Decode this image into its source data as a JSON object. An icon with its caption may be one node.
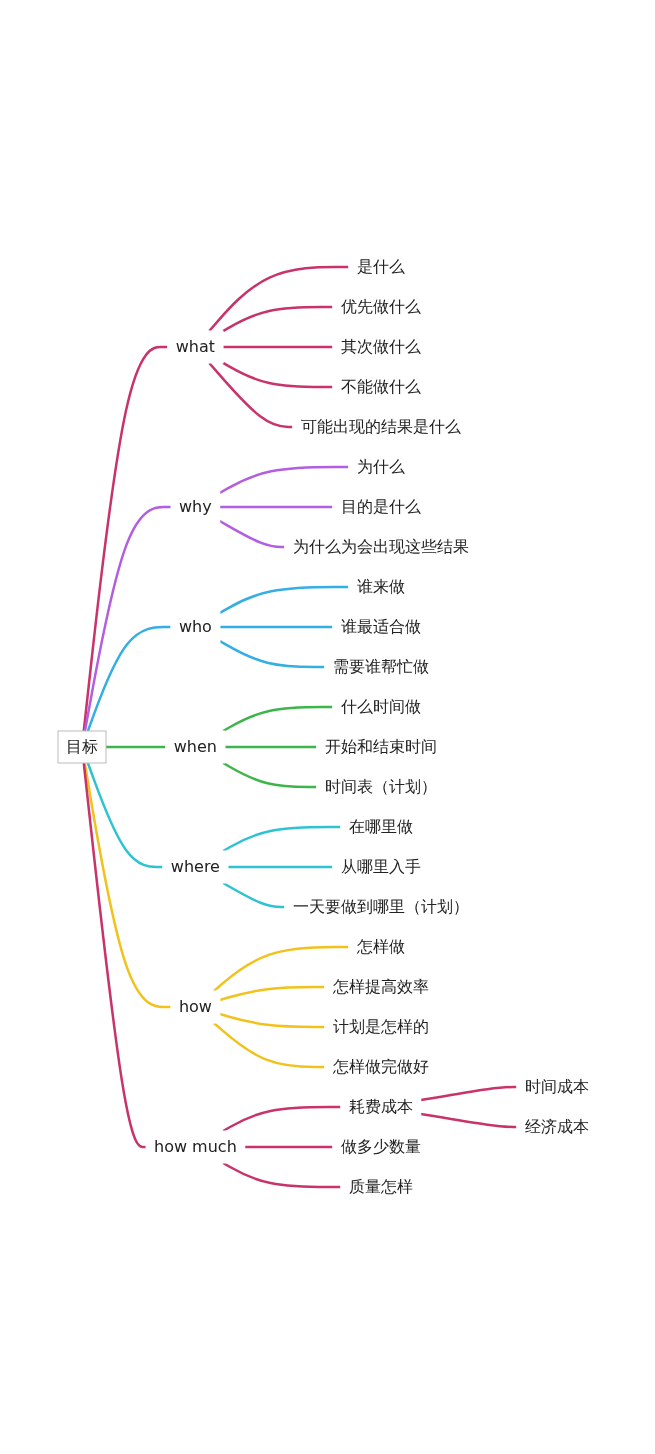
{
  "diagram": {
    "nodes": [
      {
        "text": [
          "目标"
        ]
      },
      {
        "text": [
          "what"
        ]
      },
      {
        "text": [
          "是什么"
        ]
      },
      {
        "text": [
          "优先做什么"
        ]
      },
      {
        "text": [
          "其次做什么"
        ]
      },
      {
        "text": [
          "不能做什么"
        ]
      },
      {
        "text": [
          "可能出现的结果是什么"
        ]
      },
      {
        "text": [
          "why"
        ]
      },
      {
        "text": [
          "为什么"
        ]
      },
      {
        "text": [
          "目的是什么"
        ]
      },
      {
        "text": [
          "为什么为会出现这些结果"
        ]
      },
      {
        "text": [
          "who"
        ]
      },
      {
        "text": [
          "谁来做"
        ]
      },
      {
        "text": [
          "谁最适合做"
        ]
      },
      {
        "text": [
          "需要谁帮忙做"
        ]
      },
      {
        "text": [
          "when"
        ]
      },
      {
        "text": [
          "什么时间做"
        ]
      },
      {
        "text": [
          "开始和结束时间"
        ]
      },
      {
        "text": [
          "时间表（计划）"
        ]
      },
      {
        "text": [
          "where"
        ]
      },
      {
        "text": [
          "在哪里做"
        ]
      },
      {
        "text": [
          "从哪里入手"
        ]
      },
      {
        "text": [
          "一天要做到哪里（计划）"
        ]
      },
      {
        "text": [
          "how"
        ]
      },
      {
        "text": [
          "怎样做"
        ]
      },
      {
        "text": [
          "怎样提高效率"
        ]
      },
      {
        "text": [
          "计划是怎样的"
        ]
      },
      {
        "text": [
          "怎样做完做好"
        ]
      },
      {
        "text": [
          "how much"
        ]
      },
      {
        "text": [
          "耗费成本"
        ]
      },
      {
        "text": [
          "时间成本"
        ]
      },
      {
        "text": [
          "经济成本"
        ]
      },
      {
        "text": [
          "做多少数量"
        ]
      },
      {
        "text": [
          "质量怎样"
        ]
      }
    ],
    "edges": [
      {
        "from": 0,
        "to": 1,
        "arrow": "none"
      },
      {
        "from": 1,
        "to": 2,
        "arrow": "none"
      },
      {
        "from": 1,
        "to": 3,
        "arrow": "none"
      },
      {
        "from": 1,
        "to": 4,
        "arrow": "none"
      },
      {
        "from": 1,
        "to": 5,
        "arrow": "none"
      },
      {
        "from": 1,
        "to": 6,
        "arrow": "none"
      },
      {
        "from": 0,
        "to": 7,
        "arrow": "none",
        "color": "#b35ee0"
      },
      {
        "from": 7,
        "to": 8,
        "arrow": "none",
        "color": "#b35ee0"
      },
      {
        "from": 7,
        "to": 9,
        "arrow": "none",
        "color": "#b35ee0"
      },
      {
        "from": 7,
        "to": 10,
        "arrow": "none",
        "color": "#b35ee0"
      },
      {
        "from": 0,
        "to": 11,
        "arrow": "none",
        "color": "#35aee3"
      },
      {
        "from": 11,
        "to": 12,
        "arrow": "none",
        "color": "#35aee3"
      },
      {
        "from": 11,
        "to": 13,
        "arrow": "none",
        "color": "#35aee3"
      },
      {
        "from": 11,
        "to": 14,
        "arrow": "none",
        "color": "#35aee3"
      },
      {
        "from": 0,
        "to": 15,
        "arrow": "none",
        "color": "#3db54a"
      },
      {
        "from": 15,
        "to": 16,
        "arrow": "none",
        "color": "#3db54a"
      },
      {
        "from": 15,
        "to": 17,
        "arrow": "none",
        "color": "#3db54a"
      },
      {
        "from": 15,
        "to": 18,
        "arrow": "none",
        "color": "#3db54a"
      },
      {
        "from": 0,
        "to": 19,
        "arrow": "none",
        "color": "#2ec3d3"
      },
      {
        "from": 19,
        "to": 20,
        "arrow": "none",
        "color": "#2ec3d3"
      },
      {
        "from": 19,
        "to": 21,
        "arrow": "none",
        "color": "#2ec3d3"
      },
      {
        "from": 19,
        "to": 22,
        "arrow": "none",
        "color": "#2ec3d3"
      },
      {
        "from": 0,
        "to": 23,
        "arrow": "none",
        "color": "#f2c21b"
      },
      {
        "from": 23,
        "to": 24,
        "arrow": "none",
        "color": "#f2c21b"
      },
      {
        "from": 23,
        "to": 25,
        "arrow": "none",
        "color": "#f2c21b"
      },
      {
        "from": 23,
        "to": 26,
        "arrow": "none",
        "color": "#f2c21b"
      },
      {
        "from": 23,
        "to": 27,
        "arrow": "none",
        "color": "#f2c21b"
      },
      {
        "from": 0,
        "to": 28,
        "arrow": "none"
      },
      {
        "from": 28,
        "to": 29,
        "arrow": "none"
      },
      {
        "from": 29,
        "to": 30,
        "arrow": "none"
      },
      {
        "from": 29,
        "to": 31,
        "arrow": "none"
      },
      {
        "from": 28,
        "to": 32,
        "arrow": "none"
      },
      {
        "from": 28,
        "to": 33,
        "arrow": "none"
      }
    ]
  }
}
